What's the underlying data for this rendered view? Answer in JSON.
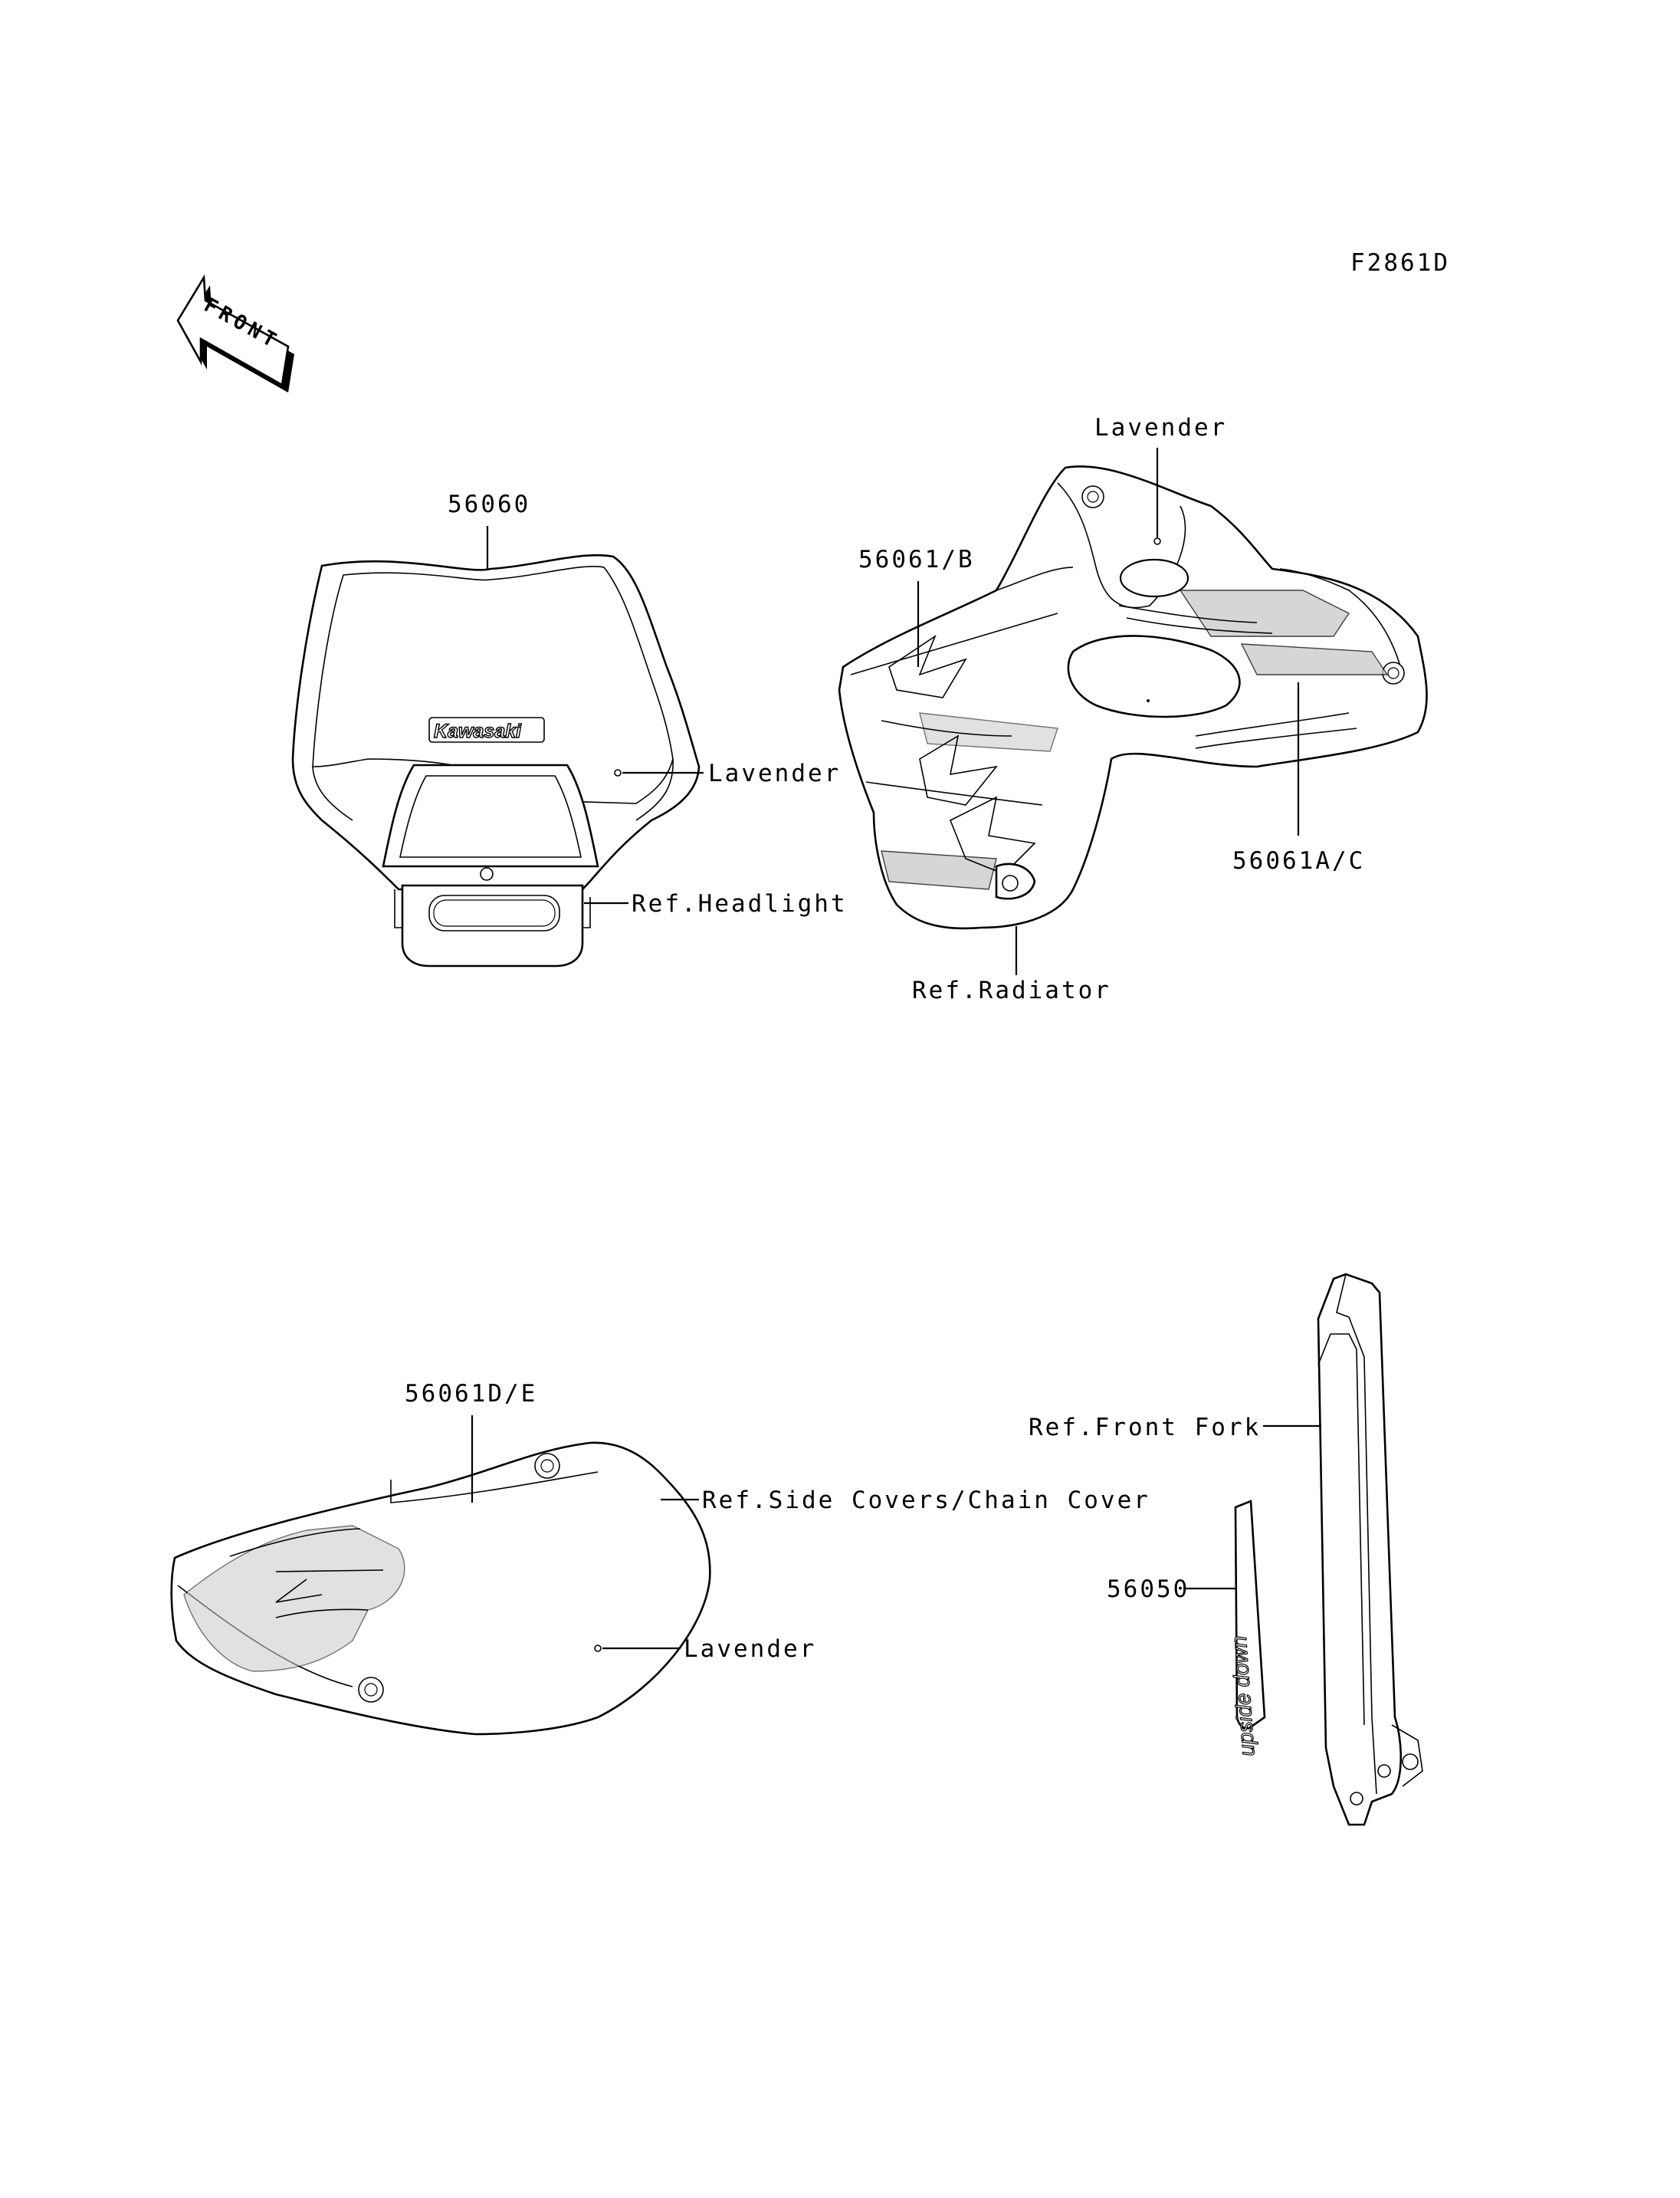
{
  "drawing_code": "F2861D",
  "front_label": "FRONT",
  "headlight_cover": {
    "part_number": "56060",
    "brand_text": "Kawasaki",
    "color_label": "Lavender",
    "ref_label": "Ref.Headlight"
  },
  "radiator_shroud": {
    "color_label": "Lavender",
    "part_upper": "56061/B",
    "part_lower": "56061A/C",
    "ref_label": "Ref.Radiator"
  },
  "side_cover": {
    "part_number": "56061D/E",
    "ref_label": "Ref.Side Covers/Chain Cover",
    "color_label": "Lavender"
  },
  "front_fork": {
    "ref_label": "Ref.Front Fork",
    "part_number": "56050",
    "decal_text": "upside down"
  }
}
